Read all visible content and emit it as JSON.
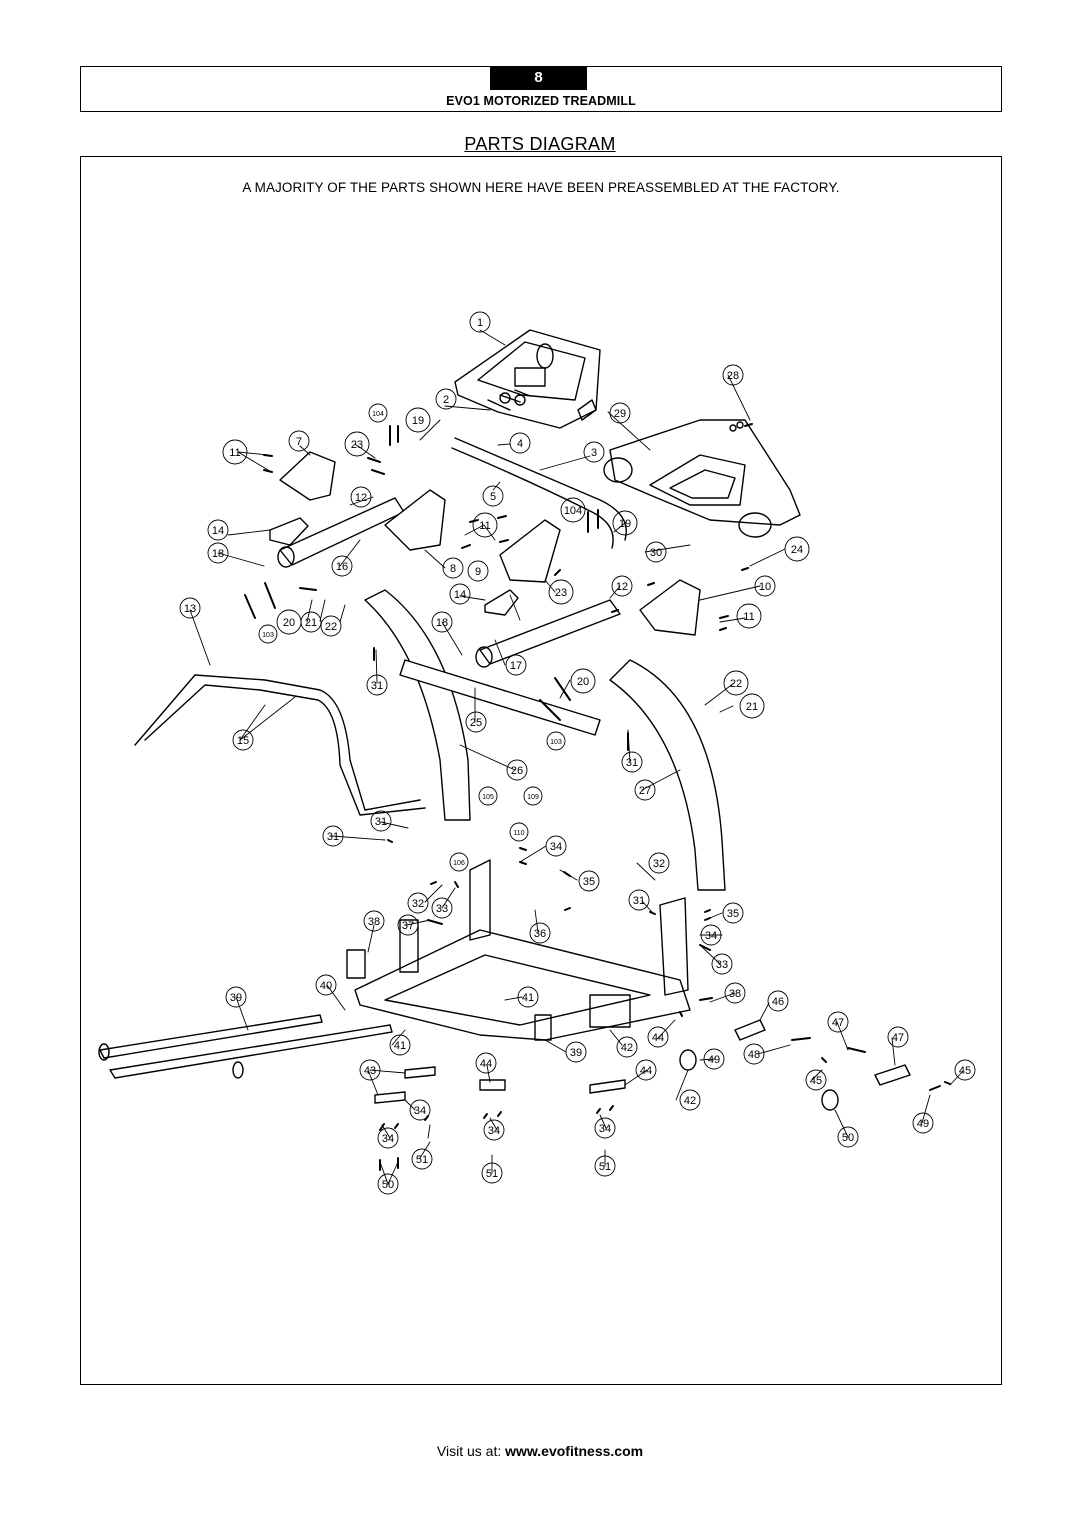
{
  "header": {
    "page_number": "8",
    "doc_title": "EVO1 MOTORIZED TREADMILL"
  },
  "section_title": "PARTS DIAGRAM",
  "note": "A MAJORITY OF THE PARTS SHOWN HERE HAVE BEEN PREASSEMBLED AT THE FACTORY.",
  "callouts": [
    "1",
    "2",
    "3",
    "4",
    "5",
    "7",
    "8",
    "9",
    "10",
    "11",
    "11",
    "11",
    "12",
    "12",
    "13",
    "14",
    "14",
    "15",
    "16",
    "17",
    "18",
    "18",
    "19",
    "19",
    "20",
    "20",
    "21",
    "21",
    "22",
    "22",
    "23",
    "23",
    "24",
    "25",
    "26",
    "27",
    "28",
    "29",
    "30",
    "31",
    "31",
    "31",
    "31",
    "31",
    "32",
    "32",
    "33",
    "33",
    "34",
    "34",
    "34",
    "34",
    "34",
    "34",
    "35",
    "35",
    "36",
    "37",
    "38",
    "38",
    "39",
    "39",
    "40",
    "41",
    "41",
    "42",
    "42",
    "43",
    "44",
    "44",
    "44",
    "45",
    "45",
    "46",
    "47",
    "47",
    "48",
    "49",
    "49",
    "50",
    "50",
    "51",
    "51",
    "51",
    "103",
    "103",
    "104",
    "104",
    "105",
    "106",
    "109",
    "110"
  ],
  "footer": {
    "prefix": "Visit us at: ",
    "url": "www.evofitness.com"
  }
}
